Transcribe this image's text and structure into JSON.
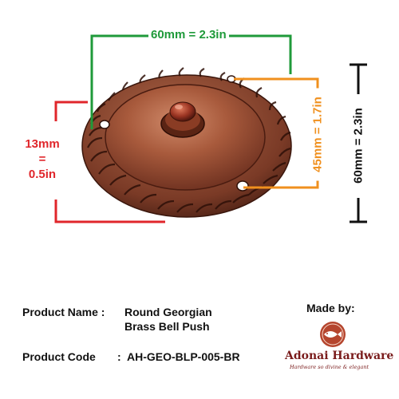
{
  "dimensions": {
    "width_label": "60mm = 2.3in",
    "height_label": "60mm = 2.3in",
    "hole_spacing_label": "45mm = 1.7in",
    "depth_line1": "13mm",
    "depth_line2": "=",
    "depth_line3": "0.5in"
  },
  "product": {
    "name_label": "Product Name :",
    "name_line1": "Round Georgian",
    "name_line2": "Brass Bell Push",
    "code_label": "Product Code",
    "code_sep": ":",
    "code_value": "AH-GEO-BLP-005-BR"
  },
  "maker": {
    "made_by_label": "Made by:",
    "brand_name": "Adonai Hardware",
    "tagline": "Hardware so divine & elegant"
  },
  "colors": {
    "width_dimension": "#1f9a3a",
    "depth_dimension": "#e0262b",
    "hole_dimension": "#f0901e",
    "height_dimension": "#111111",
    "finish": "#a45a3c",
    "brand": "#7a1c1c"
  }
}
